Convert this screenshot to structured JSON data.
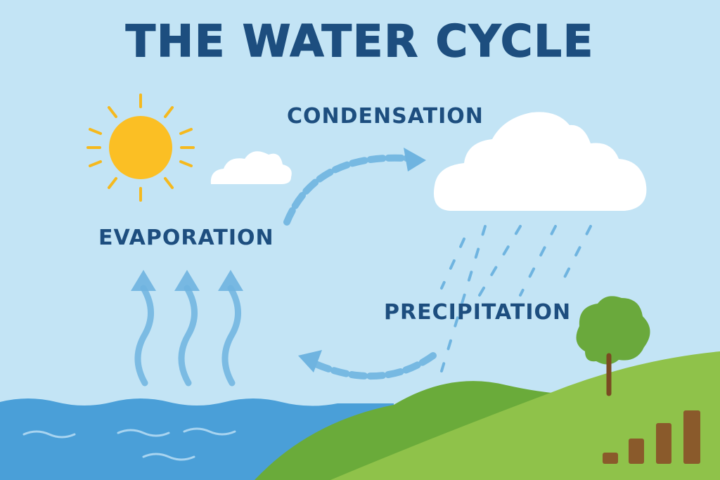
{
  "title": "THE WATER CYCLE",
  "labels": {
    "condensation": "CONDENSATION",
    "evaporation": "EVAPORATION",
    "precipitation": "PRECIPITATION"
  },
  "colors": {
    "sky": "#c3e4f5",
    "title_text": "#1d4e7f",
    "sun": "#fbbf24",
    "sun_rays": "#f5b91e",
    "cloud": "#ffffff",
    "arrow": "#6fb4e0",
    "rain": "#6fb4e0",
    "water": "#4a9fd8",
    "water_waves": "#a8d4f0",
    "hill_dark": "#6aab3a",
    "hill_light": "#8fc24a",
    "tree_foliage": "#6aa93c",
    "tree_trunk": "#7a4a22",
    "bars": "#8a5a2b"
  },
  "icons": {
    "sun": "sun-icon",
    "cloud_small": "cloud-icon",
    "cloud_large": "rain-cloud-icon",
    "tree": "tree-icon",
    "bars": "bar-chart-icon"
  }
}
